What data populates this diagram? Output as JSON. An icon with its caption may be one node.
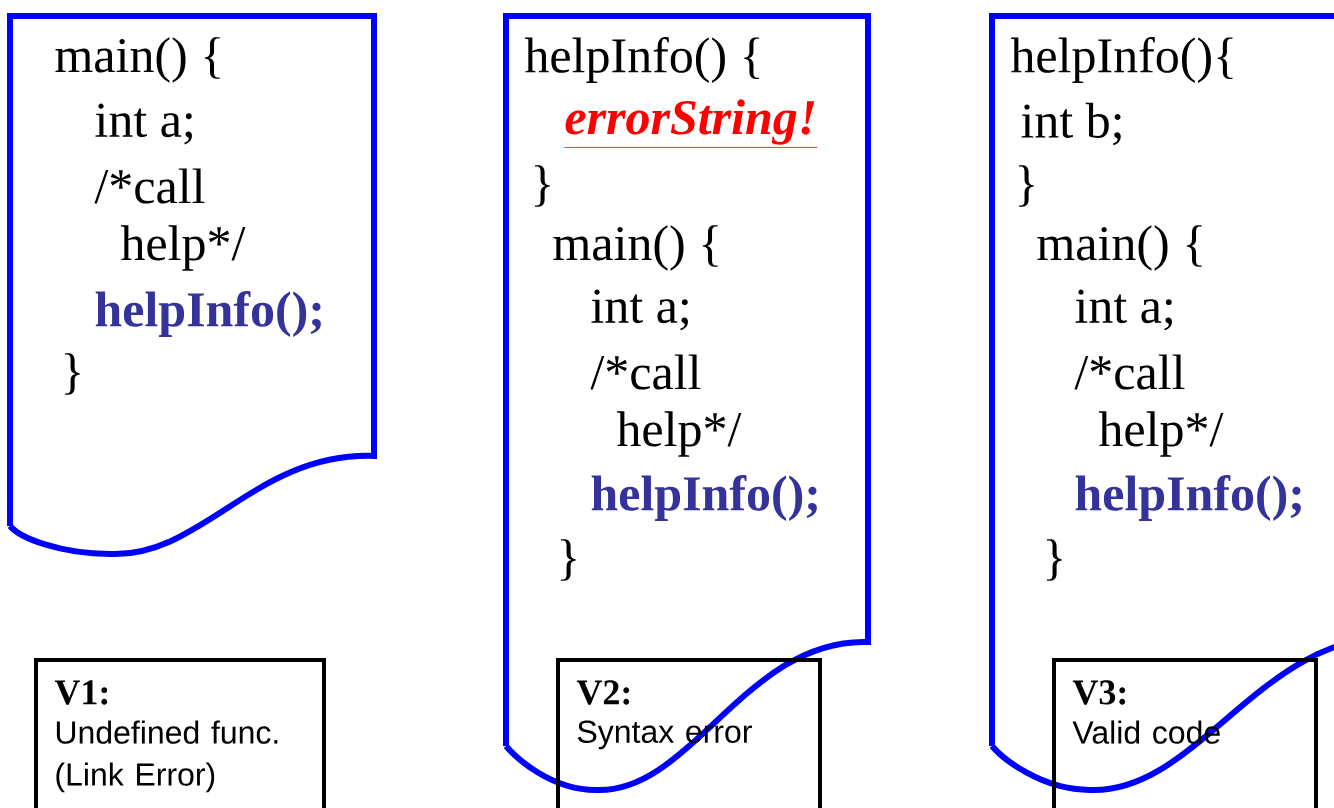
{
  "diagram": {
    "nodes": [
      {
        "text": [
          "main() {",
          "int a;",
          "/*call",
          "help*/",
          "helpInfo();",
          "}"
        ]
      },
      {
        "text": [
          "helpInfo() {",
          "errorString!",
          "}",
          "main() {",
          "int a;",
          "/*call",
          "help*/",
          "helpInfo();",
          "}"
        ]
      },
      {
        "text": [
          "helpInfo(){",
          "int b;",
          "}",
          "main() {",
          "int a;",
          "/*call",
          "help*/",
          "helpInfo();",
          "}"
        ]
      },
      {
        "text": [
          "V1:",
          "Undefined func. (Link Error)"
        ]
      },
      {
        "text": [
          "V2:",
          "Syntax error"
        ]
      },
      {
        "text": [
          "V3:",
          "Valid code"
        ]
      }
    ],
    "edges": []
  }
}
